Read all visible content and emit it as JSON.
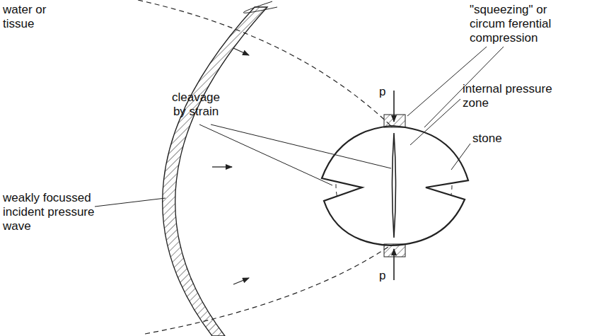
{
  "diagram": {
    "labels": [
      "water or tissue",
      "weakly focussed incident pressure wave",
      "cleavage by strain",
      "\"squeezing\" or circum ferential compression",
      "internal pressure zone",
      "stone",
      "p",
      "p"
    ]
  }
}
